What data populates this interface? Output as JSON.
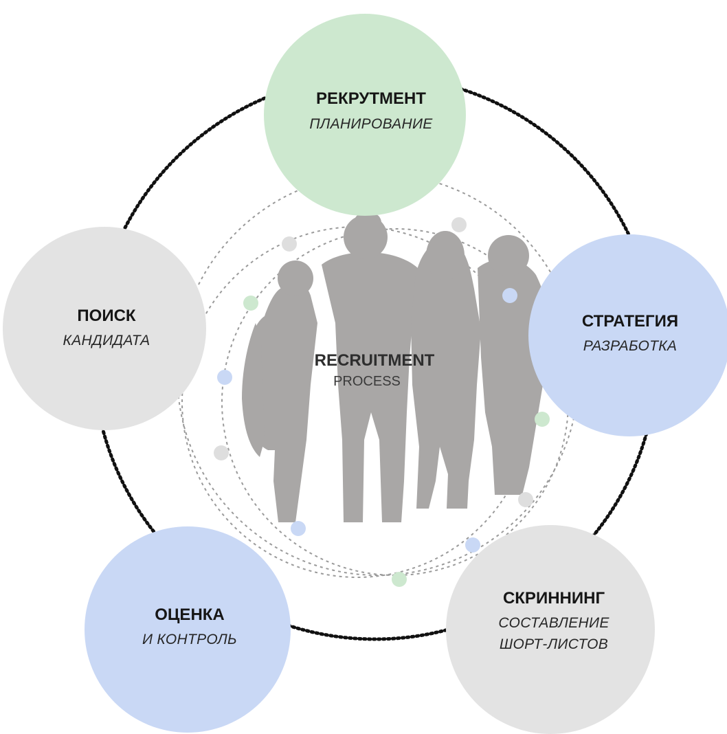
{
  "center": {
    "title": "RECRUITMENT",
    "subtitle": "PROCESS"
  },
  "stages": [
    {
      "title": "РЕКРУТМЕНТ",
      "subtitle_lines": [
        "ПЛАНИРОВАНИЕ"
      ],
      "color": "#cde8cf"
    },
    {
      "title": "СТРАТЕГИЯ",
      "subtitle_lines": [
        "РАЗРАБОТКА"
      ],
      "color": "#c9d8f5"
    },
    {
      "title": "СКРИННИНГ",
      "subtitle_lines": [
        "СОСТАВЛЕНИЕ",
        "ШОРТ-ЛИСТОВ"
      ],
      "color": "#e3e3e3"
    },
    {
      "title": "ОЦЕНКА",
      "subtitle_lines": [
        "И КОНТРОЛЬ"
      ],
      "color": "#c9d8f5"
    },
    {
      "title": "ПОИСК",
      "subtitle_lines": [
        "КАНДИДАТА"
      ],
      "color": "#e3e3e3"
    }
  ],
  "colors": {
    "green": "#cde8cf",
    "blue": "#c9d8f5",
    "gray": "#e3e3e3",
    "silhouette": "#a9a7a6",
    "outer_ring": "#111111",
    "inner_dashes": "#9a9a9a"
  }
}
